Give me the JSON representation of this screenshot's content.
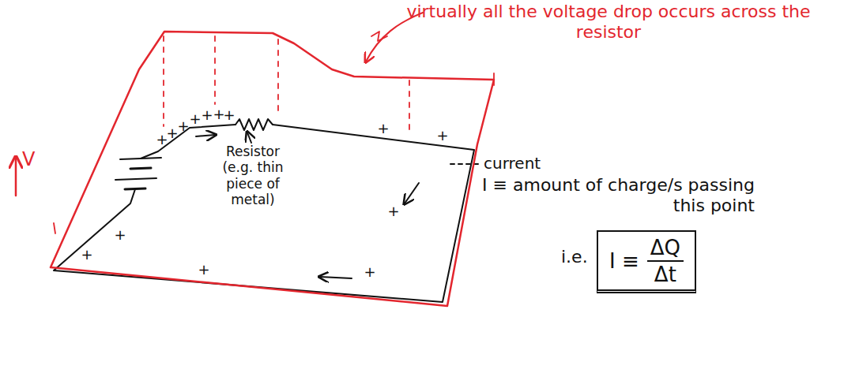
{
  "diagram": {
    "nodes": [
      {
        "text": [
          "I ≡",
          "ΔQ",
          "Δt"
        ]
      }
    ],
    "labels": [
      "virtually all the voltage drop occurs across the resistor",
      "V",
      "Resistor (e.g. thin piece of metal)",
      "current",
      "I ≡ amount of charge/s passing this point",
      "i.e.",
      "+",
      "+",
      "+",
      "+",
      "+",
      "+",
      "+",
      "+",
      "+",
      "+",
      "+",
      "+",
      "+",
      "+"
    ]
  }
}
